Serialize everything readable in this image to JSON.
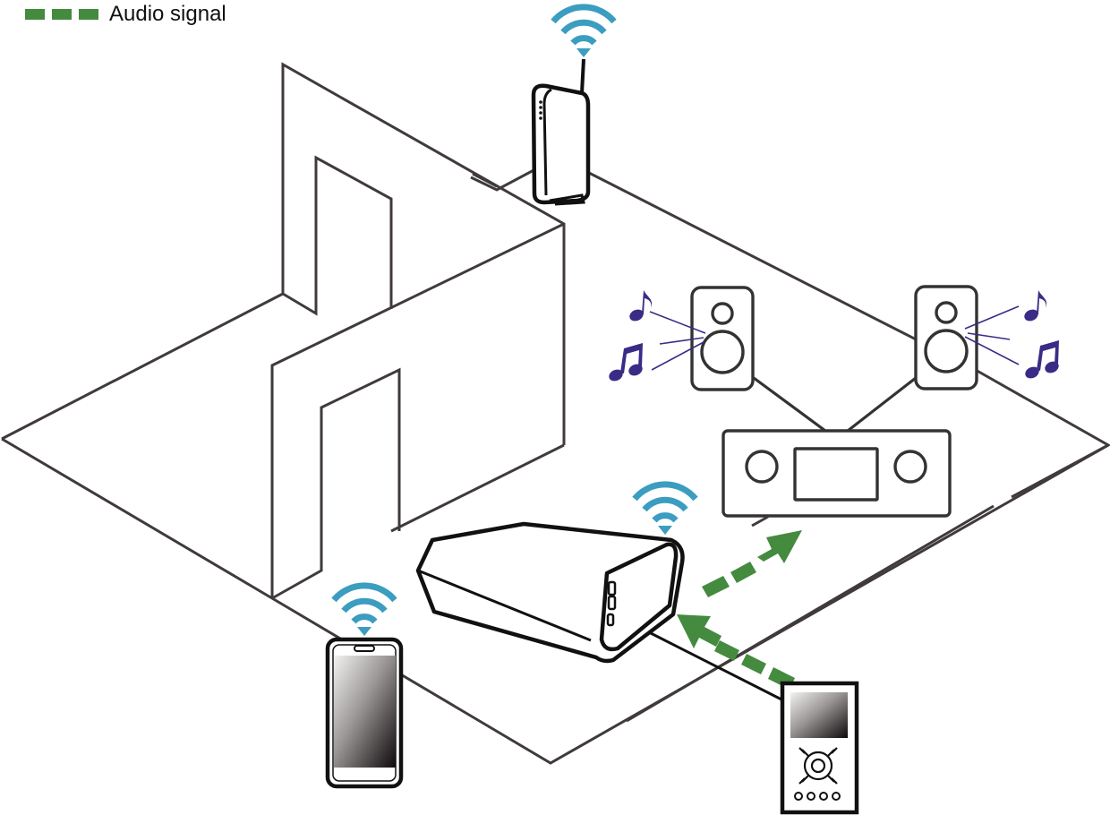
{
  "legend": {
    "label": "Audio signal",
    "dash_count": 3,
    "color": "#448a3f"
  },
  "colors": {
    "wifi": "#3b9dbf",
    "audio_signal": "#448a3f",
    "music_note": "#3a2c86",
    "room_line": "#403a3c",
    "device_outline": "#111111"
  },
  "diagram": {
    "devices": [
      {
        "id": "router",
        "icon": "wifi-router-icon",
        "wireless": true
      },
      {
        "id": "wireless-speaker",
        "icon": "wireless-speaker-icon",
        "wireless": true
      },
      {
        "id": "smartphone",
        "icon": "smartphone-icon",
        "wireless": true
      },
      {
        "id": "portable-player",
        "icon": "portable-audio-player-icon",
        "wireless": false
      },
      {
        "id": "av-receiver",
        "icon": "av-receiver-icon",
        "wireless": false
      },
      {
        "id": "speaker-left",
        "icon": "speaker-icon",
        "wireless": false
      },
      {
        "id": "speaker-right",
        "icon": "speaker-icon",
        "wireless": false
      }
    ],
    "signals": [
      {
        "from": "wireless-speaker",
        "to": "av-receiver",
        "type": "audio-signal"
      },
      {
        "from": "portable-player",
        "to": "wireless-speaker",
        "type": "audio-signal"
      }
    ]
  }
}
